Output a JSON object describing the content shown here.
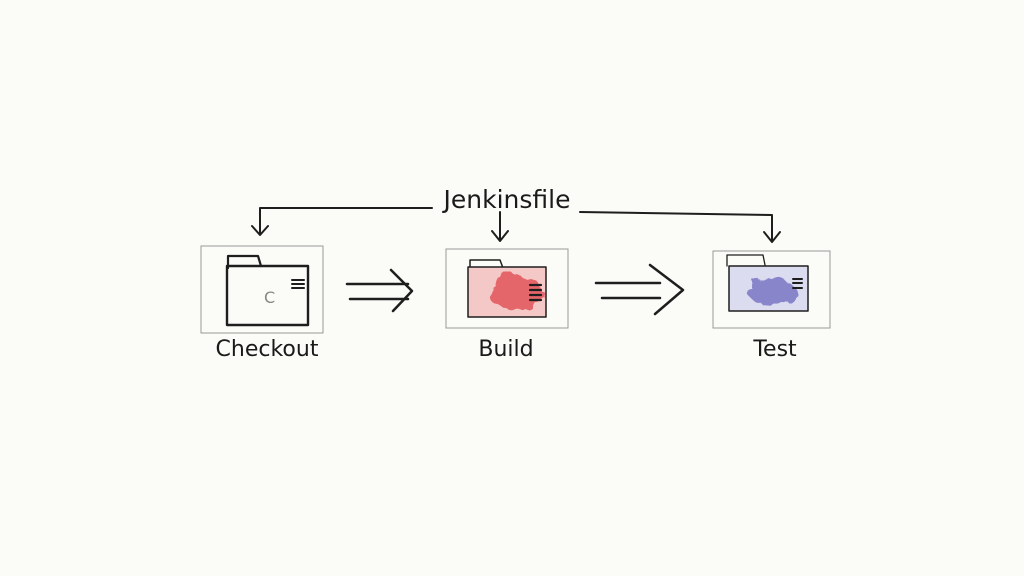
{
  "title": "Jenkinsfile",
  "stages": [
    {
      "label": "Checkout",
      "fill": "#ffffff",
      "glyph": "C"
    },
    {
      "label": "Build",
      "fill": "#e2565a"
    },
    {
      "label": "Test",
      "fill": "#7a76c4"
    }
  ],
  "colors": {
    "ink": "#1e1e1e",
    "background": "#fbfbf8",
    "arrow": "#555555"
  }
}
